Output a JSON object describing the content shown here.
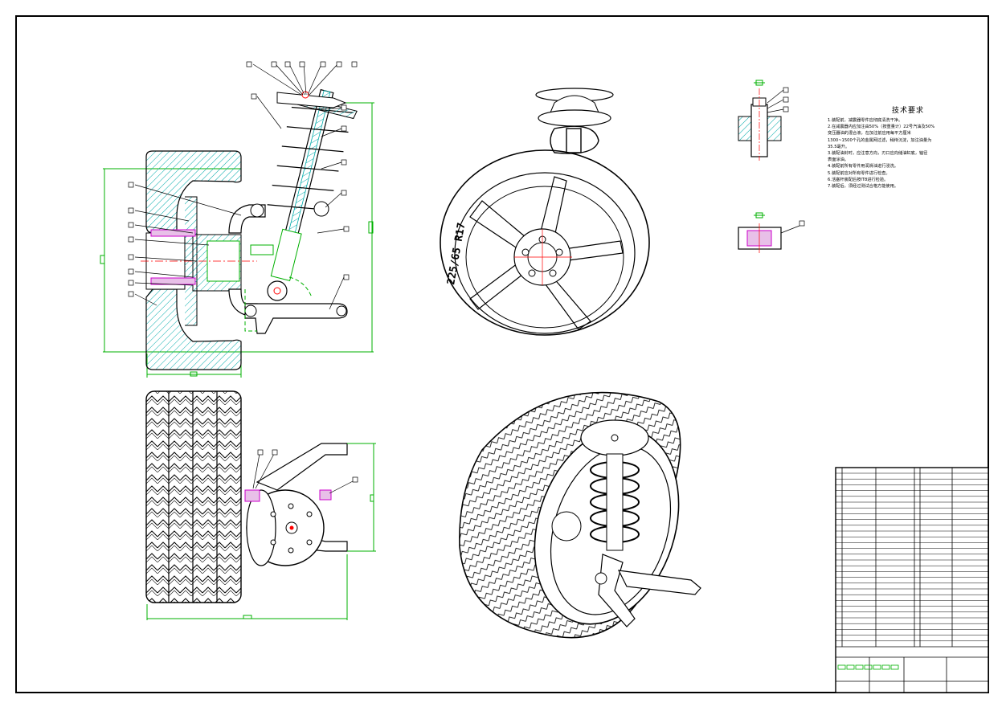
{
  "technical_requirements": {
    "title": "技术要求",
    "lines": [
      "1.装配前，减震器零件应彻底清洗干净。",
      "2.在减震器内应加注由50%（按重量计）22号汽油及50%",
      "变压器油的混合液，在加注前应用每平方厘米",
      "1300~1500个孔的金属网过滤，稍待沉淀，加注油量为",
      "35.5毫升。",
      "3.装配油封时，应注意方向，刃口应向储油缸底，轴径",
      "表面涂油。",
      "4.装配前所有零件用润滑油进行浸洗。",
      "5.装配前应对所有零件进行检查。",
      "6.活塞杆装配后按IT8进行检验。",
      "7.装配后，须经过测试合格方能使用。"
    ]
  },
  "tire_marking": "225/65 R17",
  "colors": {
    "frame": "#000000",
    "dimension": "#00b000",
    "centerline": "#ff0000",
    "hatch": "#00aaaa",
    "fastener": "#cc00cc"
  }
}
